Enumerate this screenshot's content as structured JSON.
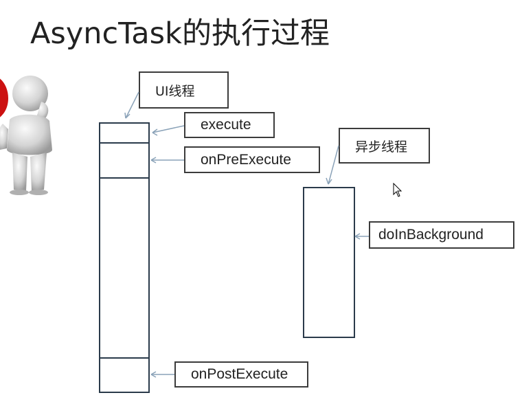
{
  "title": "AsyncTask的执行过程",
  "labels": {
    "ui_thread": "UI线程",
    "execute": "execute",
    "on_pre_execute": "onPreExecute",
    "async_thread": "异步线程",
    "do_in_background": "doInBackground",
    "on_post_execute": "onPostExecute"
  },
  "colors": {
    "box_border": "#3b3b3b",
    "arrow": "#8aa2b8",
    "thread_border": "#2a3a4a",
    "figure_accent": "#cc1111"
  },
  "icons": {
    "figure": "thinking-person-figure",
    "cursor": "mouse-pointer-icon"
  }
}
